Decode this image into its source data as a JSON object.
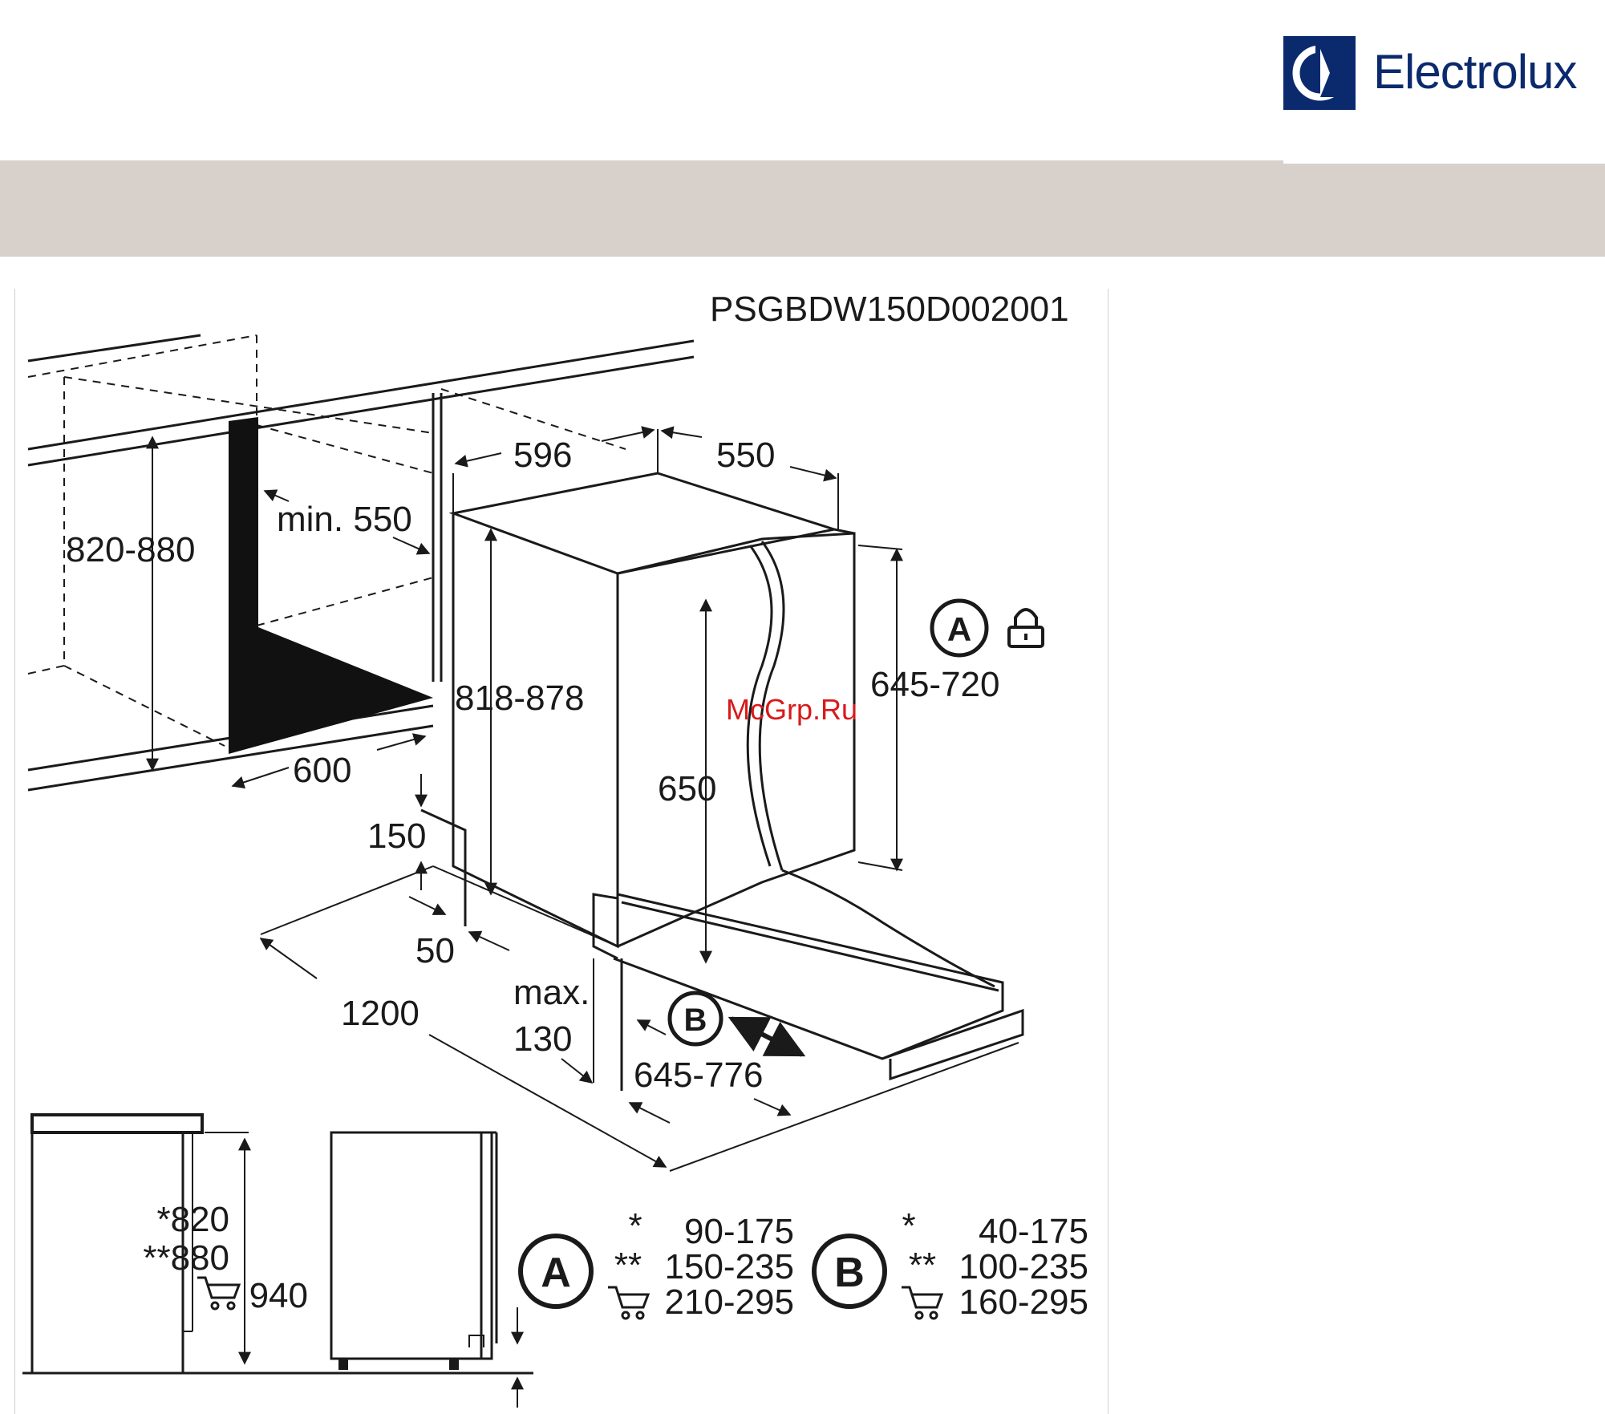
{
  "brand": {
    "name": "Electrolux",
    "color": "#0b2a6e"
  },
  "band": {
    "color": "#d7d0cb"
  },
  "drawing": {
    "reference": "PSGBDW150D002001",
    "dimensions": {
      "niche_height": "820-880",
      "min_depth": "min. 550",
      "niche_depth": "600",
      "appliance_width": "596",
      "appliance_depth": "550",
      "appliance_height": "818-878",
      "door_range": "645-720",
      "door_height": "650",
      "plinth_height": "150",
      "plinth_depth": "50",
      "total_span": "1200",
      "max_label": "max.",
      "max_value": "130",
      "b_range": "645-776"
    },
    "lock_icon": "padlock-icon",
    "side_view": {
      "heights": [
        "*820",
        "**880",
        "940"
      ],
      "cart_icon": "shopping-cart-icon"
    },
    "table_a": {
      "marker": "A",
      "rows": [
        {
          "key": "*",
          "value": "90-175"
        },
        {
          "key": "**",
          "value": "150-235"
        },
        {
          "key": "cart",
          "value": "210-295"
        }
      ]
    },
    "table_b": {
      "marker": "B",
      "rows": [
        {
          "key": "*",
          "value": "40-175"
        },
        {
          "key": "**",
          "value": "100-235"
        },
        {
          "key": "cart",
          "value": "160-295"
        }
      ]
    },
    "markers": {
      "a": "A",
      "b": "B"
    }
  },
  "watermark": {
    "text": "McGrp.Ru",
    "color": "#d81a1a"
  }
}
